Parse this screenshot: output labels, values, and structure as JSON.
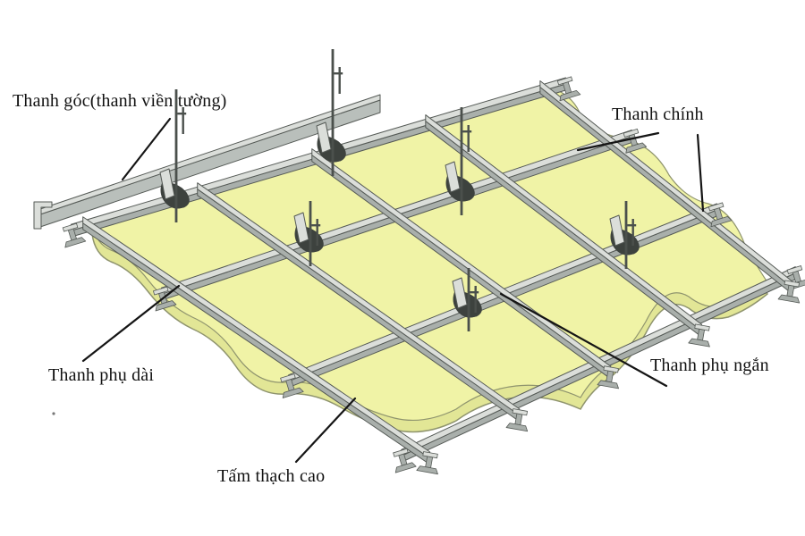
{
  "title": "Suspended ceiling frame diagram",
  "labels": {
    "wall_angle": "Thanh góc(thanh viền tường)",
    "main_runner": "Thanh chính",
    "long_cross_tee": "Thanh phụ dài",
    "short_cross_tee": "Thanh phụ ngắn",
    "gypsum_board": "Tấm thạch cao"
  },
  "colors": {
    "background": "#ffffff",
    "board_top": "#f0f3a6",
    "board_edge": "#e2e696",
    "board_outline": "#8f946e",
    "metal_light": "#dbdeda",
    "metal_mid": "#a9afab",
    "metal_face": "#b9bfbb",
    "metal_dark": "#555a56",
    "rod": "#4b504c",
    "clip_dark": "#3d423e",
    "leader": "#151515",
    "text": "#111111"
  }
}
